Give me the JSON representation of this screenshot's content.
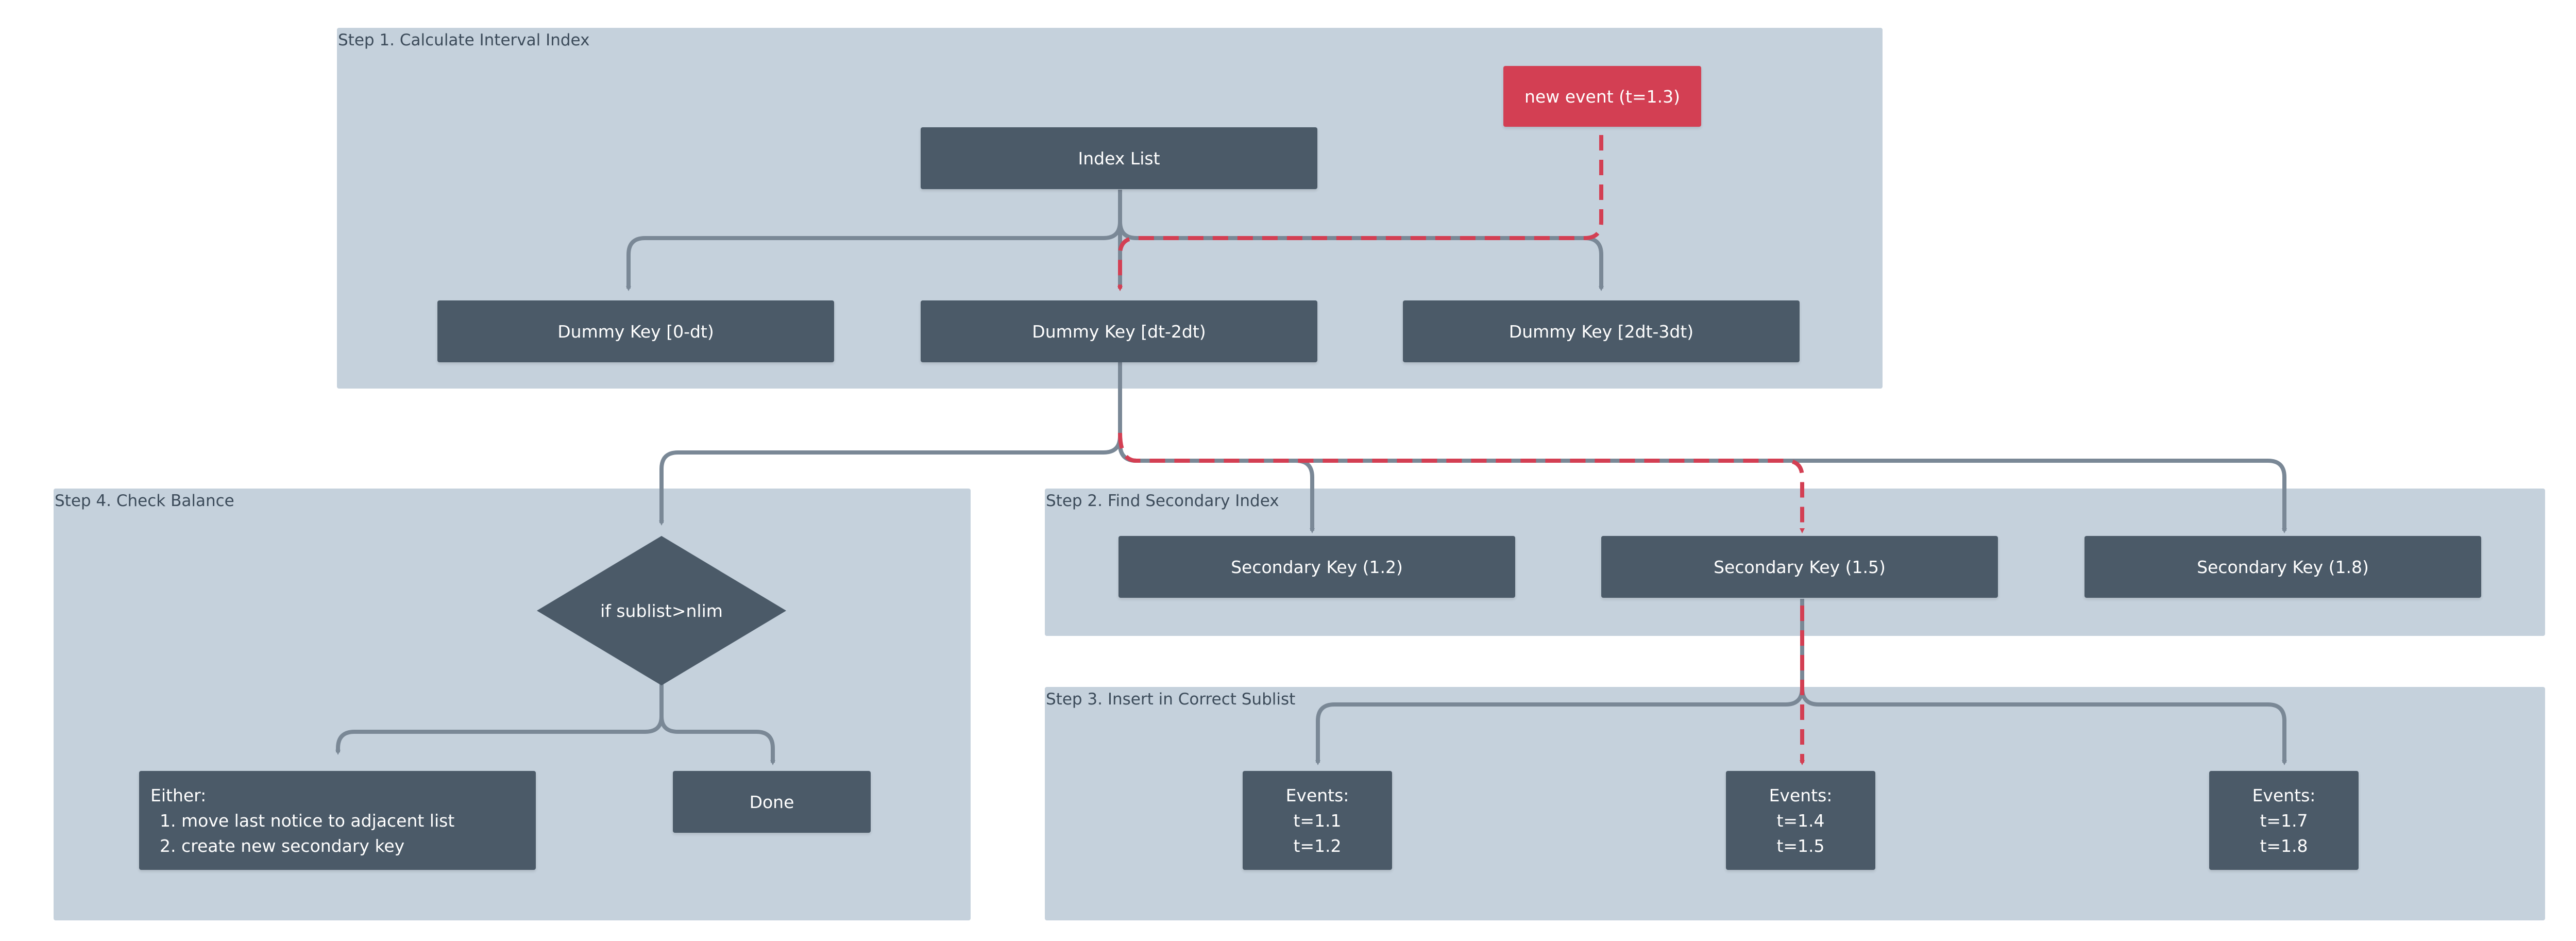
{
  "groups": {
    "step1": "Step 1. Calculate Interval Index",
    "step2": "Step 2. Find Secondary Index",
    "step3": "Step 3. Insert in Correct Sublist",
    "step4": "Step 4. Check Balance"
  },
  "nodes": {
    "new_event": "new event (t=1.3)",
    "index_list": "Index List",
    "dummy_0": "Dummy Key [0-dt)",
    "dummy_1": "Dummy Key [dt-2dt)",
    "dummy_2": "Dummy Key [2dt-3dt)",
    "sec_1": "Secondary Key (1.2)",
    "sec_2": "Secondary Key (1.5)",
    "sec_3": "Secondary Key (1.8)",
    "events_1": {
      "title": "Events:",
      "lines": [
        "t=1.1",
        "t=1.2"
      ]
    },
    "events_2": {
      "title": "Events:",
      "lines": [
        "t=1.4",
        "t=1.5"
      ]
    },
    "events_3": {
      "title": "Events:",
      "lines": [
        "t=1.7",
        "t=1.8"
      ]
    },
    "decision": "if sublist>nlim",
    "either": {
      "title": "Either:",
      "items": [
        "move last notice to adjacent list",
        "create new secondary key"
      ]
    },
    "done": "Done"
  },
  "colors": {
    "group_bg": "#c5d1dc",
    "node_bg": "#4b5a68",
    "event_bg": "#d33f53",
    "connector": "#7a8896",
    "highlight": "#d33f53"
  }
}
